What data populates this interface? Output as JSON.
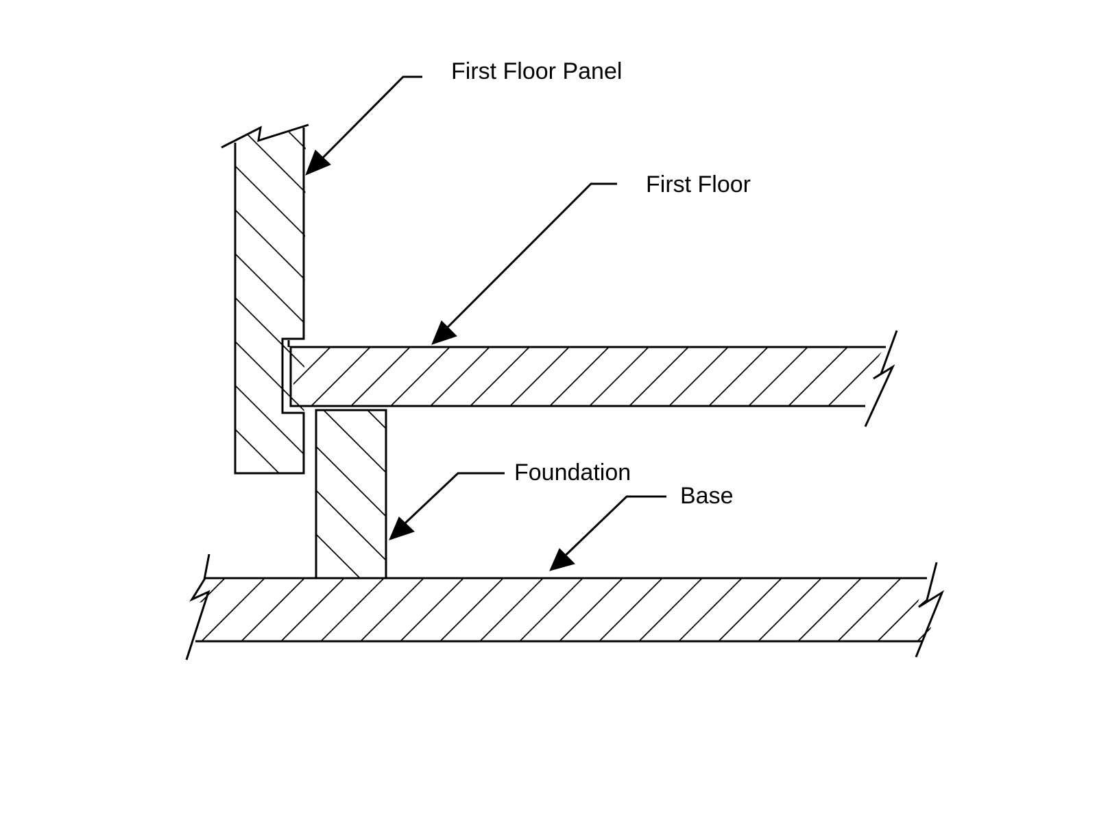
{
  "labels": {
    "first_floor_panel": "First Floor Panel",
    "first_floor": "First Floor",
    "foundation": "Foundation",
    "base": "Base"
  },
  "colors": {
    "line": "#000000",
    "background": "#ffffff"
  }
}
